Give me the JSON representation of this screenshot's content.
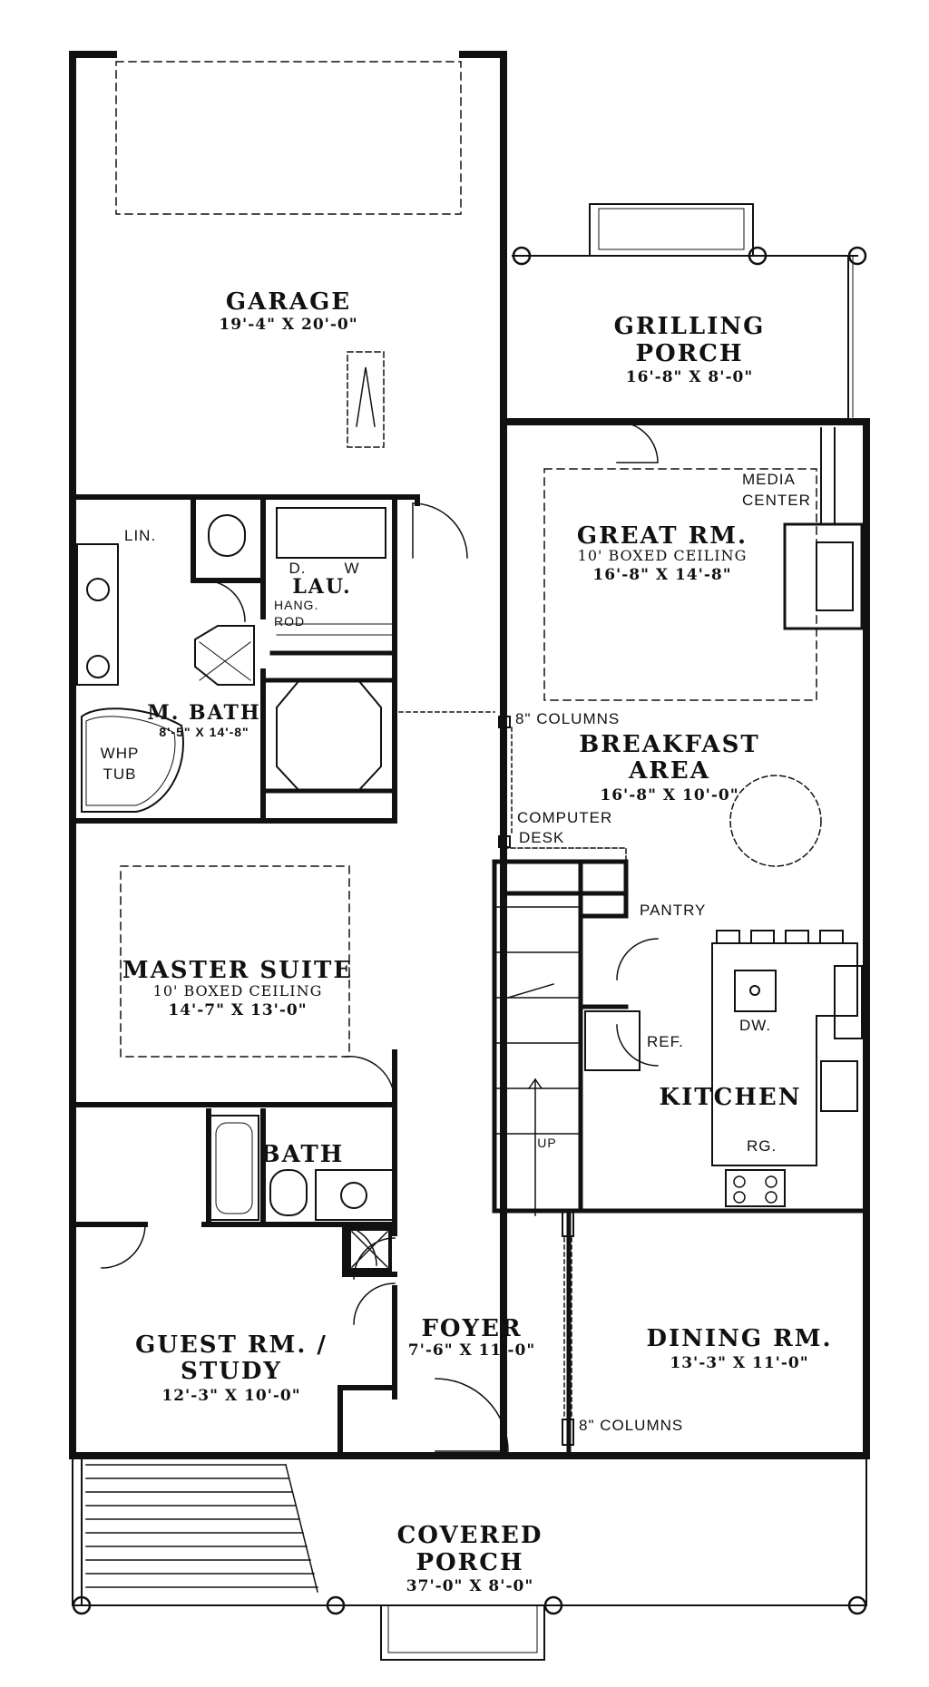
{
  "rooms": {
    "garage": {
      "name": "GARAGE",
      "dim": "19'-4\" X 20'-0\""
    },
    "grilling_porch": {
      "name1": "GRILLING",
      "name2": "PORCH",
      "dim": "16'-8\" X 8'-0\""
    },
    "great_room": {
      "name": "GREAT RM.",
      "note": "10' BOXED CEILING",
      "dim": "16'-8\" X 14'-8\""
    },
    "media_center": {
      "line1": "MEDIA",
      "line2": "CENTER"
    },
    "laundry": {
      "name": "LAU.",
      "d": "D.",
      "w": "W",
      "hang1": "HANG.",
      "hang2": "ROD"
    },
    "linen": {
      "name": "LIN."
    },
    "master_bath": {
      "name": "M. BATH",
      "dim": "8'-5\" X 14'-8\"",
      "tub1": "WHP",
      "tub2": "TUB"
    },
    "breakfast": {
      "name1": "BREAKFAST",
      "name2": "AREA",
      "dim": "16'-8\" X 10'-0\""
    },
    "columns_top": "8\" COLUMNS",
    "columns_bottom": "8\" COLUMNS",
    "computer_desk": {
      "line1": "COMPUTER",
      "line2": "DESK"
    },
    "pantry": "PANTRY",
    "master_suite": {
      "name": "MASTER SUITE",
      "note": "10' BOXED CEILING",
      "dim": "14'-7\" X 13'-0\""
    },
    "ref": "REF.",
    "dw": "DW.",
    "kitchen": "KITCHEN",
    "rg": "RG.",
    "up": "UP",
    "bath": "BATH",
    "guest": {
      "name1": "GUEST RM. /",
      "name2": "STUDY",
      "dim": "12'-3\" X 10'-0\""
    },
    "foyer": {
      "name": "FOYER",
      "dim": "7'-6\" X 11'-0\""
    },
    "dining": {
      "name": "DINING RM.",
      "dim": "13'-3\" X 11'-0\""
    },
    "covered_porch": {
      "name1": "COVERED",
      "name2": "PORCH",
      "dim": "37'-0\" X 8'-0\""
    }
  },
  "colors": {
    "wall": "#111111",
    "line": "#222222",
    "background": "#ffffff"
  }
}
